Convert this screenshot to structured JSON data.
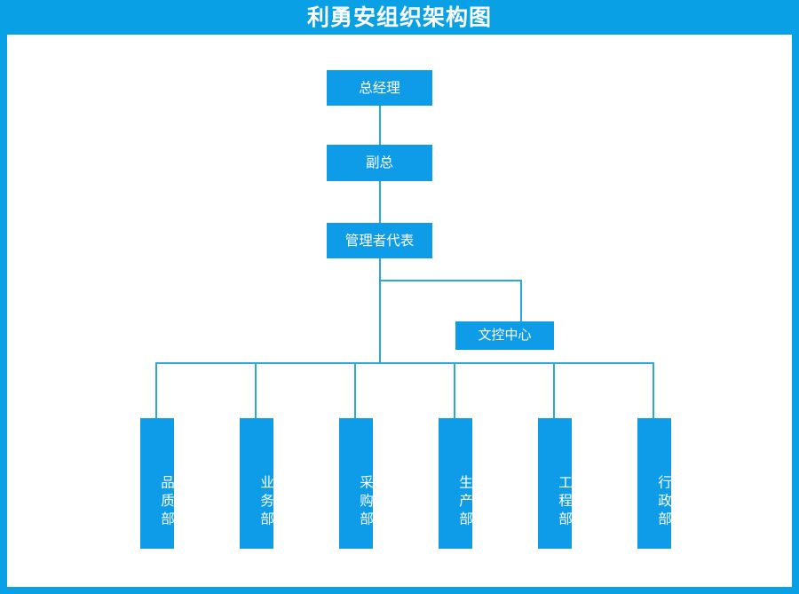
{
  "header": {
    "title": "利勇安组织架构图"
  },
  "colors": {
    "frame_blue": "#0aa0e6",
    "node_blue": "#0e9ce8",
    "connector_blue": "#2aa8dd",
    "canvas_white": "#ffffff",
    "node_text": "#ffffff"
  },
  "chart_data": {
    "type": "diagram",
    "subtype": "org-chart",
    "title": "利勇安组织架构图",
    "orientation": "top-down",
    "nodes": [
      {
        "id": "gm",
        "label": "总经理",
        "level": 0
      },
      {
        "id": "vgm",
        "label": "副总",
        "level": 1
      },
      {
        "id": "mgmtrep",
        "label": "管理者代表",
        "level": 2
      },
      {
        "id": "doccc",
        "label": "文控中心",
        "level": 3
      },
      {
        "id": "quality",
        "label": "品质部",
        "level": 4
      },
      {
        "id": "sales",
        "label": "业务部",
        "level": 4
      },
      {
        "id": "purch",
        "label": "采购部",
        "level": 4
      },
      {
        "id": "prod",
        "label": "生产部",
        "level": 4
      },
      {
        "id": "eng",
        "label": "工程部",
        "level": 4
      },
      {
        "id": "admin",
        "label": "行政部",
        "level": 4
      }
    ],
    "edges": [
      {
        "from": "gm",
        "to": "vgm"
      },
      {
        "from": "vgm",
        "to": "mgmtrep"
      },
      {
        "from": "mgmtrep",
        "to": "doccc"
      },
      {
        "from": "mgmtrep",
        "to": "quality"
      },
      {
        "from": "mgmtrep",
        "to": "sales"
      },
      {
        "from": "mgmtrep",
        "to": "purch"
      },
      {
        "from": "mgmtrep",
        "to": "prod"
      },
      {
        "from": "mgmtrep",
        "to": "eng"
      },
      {
        "from": "mgmtrep",
        "to": "admin"
      }
    ]
  },
  "chain": {
    "gm": "总经理",
    "vgm": "副总",
    "mgmt_rep": "管理者代表",
    "doc_control": "文控中心"
  },
  "departments": [
    {
      "label": "品质部"
    },
    {
      "label": "业务部"
    },
    {
      "label": "采购部"
    },
    {
      "label": "生产部"
    },
    {
      "label": "工程部"
    },
    {
      "label": "行政部"
    }
  ]
}
